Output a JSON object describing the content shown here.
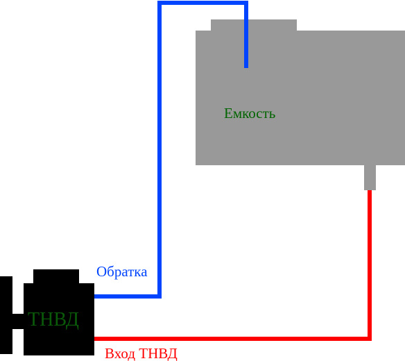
{
  "diagram": {
    "tank": {
      "label": "Емкость",
      "fill": "#999999",
      "label_color": "#006400"
    },
    "pump": {
      "label": "ТНВД",
      "fill": "#000000",
      "label_color": "#0a5a0a"
    },
    "return_line": {
      "label": "Обратка",
      "color": "#0044ff"
    },
    "supply_line": {
      "label": "Вход ТНВД",
      "color": "#ff0000"
    }
  }
}
